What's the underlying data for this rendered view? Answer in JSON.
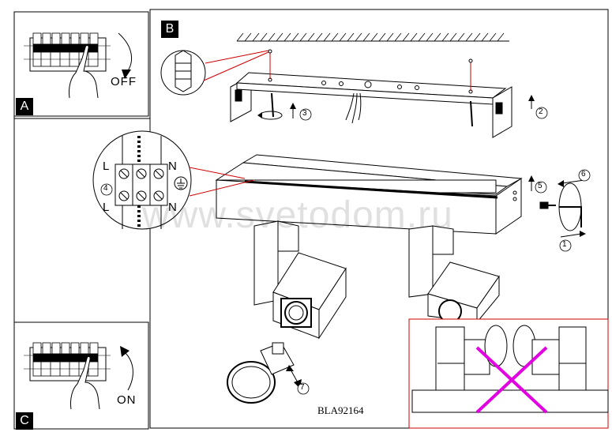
{
  "panels": {
    "a": {
      "label": "A",
      "switch_text": "OFF"
    },
    "b": {
      "label": "B"
    },
    "c": {
      "label": "C",
      "switch_text": "ON"
    }
  },
  "step_numbers": {
    "s1": "1",
    "s2": "2",
    "s3": "3",
    "s4": "4",
    "s5": "5",
    "s6": "6",
    "s7": "7"
  },
  "terminal_labels": {
    "l_top": "L",
    "n_top": "N",
    "l_bottom": "L",
    "n_bottom": "N"
  },
  "watermark": "www.svetodom.ru",
  "model_number": "BLA92164",
  "colors": {
    "warning_line": "#d00000",
    "cross": "#e000e0",
    "ink": "#000000"
  }
}
